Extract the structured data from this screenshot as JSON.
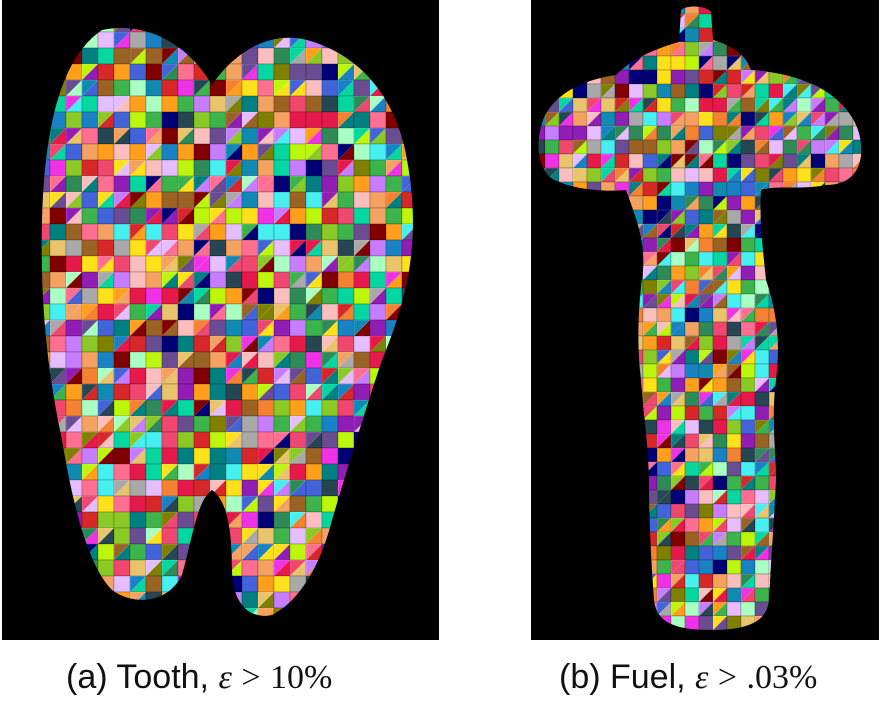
{
  "figure": {
    "panels": [
      {
        "id": "a",
        "caption_label": "(a) Tooth,",
        "caption_symbol": "ε",
        "caption_relation": ">",
        "caption_value": "10%",
        "shape": "tooth-mesh"
      },
      {
        "id": "b",
        "caption_label": "(b) Fuel,",
        "caption_symbol": "ε",
        "caption_relation": ">",
        "caption_value": ".03%",
        "shape": "fuel-mesh"
      }
    ],
    "colors": {
      "background": "#000000",
      "palette": [
        "#e6194b",
        "#3cb44b",
        "#ffe119",
        "#4363d8",
        "#f58231",
        "#911eb4",
        "#46f0f0",
        "#f032e6",
        "#bcf60c",
        "#fabebe",
        "#008080",
        "#e6beff",
        "#9a6324",
        "#800000",
        "#aaffc3",
        "#808000",
        "#000075",
        "#a9a9a9",
        "#ff6f91",
        "#2e8b57",
        "#ff9f1c",
        "#6a4c93",
        "#1982c4",
        "#8ac926",
        "#d62828",
        "#f4a261",
        "#264653",
        "#e9c46a",
        "#c77dff",
        "#06d6a0",
        "#ef476f",
        "#118ab2"
      ]
    }
  }
}
